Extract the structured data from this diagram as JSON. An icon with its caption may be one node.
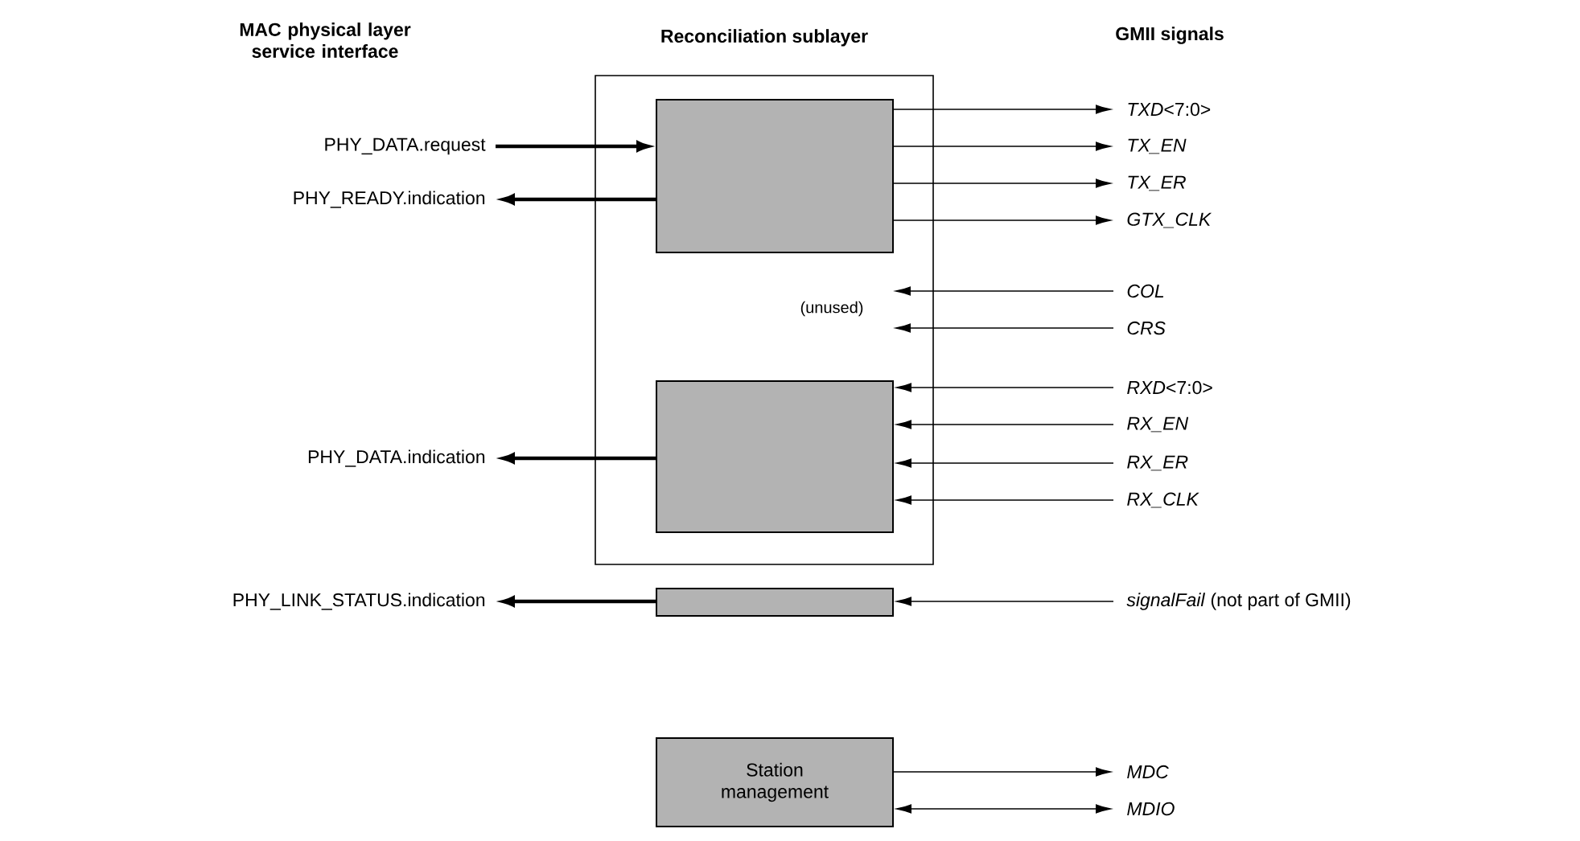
{
  "diagram": {
    "nodes": [
      {
        "text": [
          "Reconciliation sublayer"
        ]
      },
      {
        "text": [],
        "shape": "box",
        "in": 0
      },
      {
        "text": [],
        "shape": "box",
        "in": 0
      },
      {
        "text": [],
        "shape": "box"
      },
      {
        "text": [
          "Station management"
        ]
      },
      {
        "text": [
          "PHY_DATA.request"
        ]
      },
      {
        "text": [
          "PHY_READY.indication"
        ]
      },
      {
        "text": [
          "PHY_DATA.indication"
        ]
      },
      {
        "text": [
          "PHY_LINK_STATUS.indication"
        ]
      },
      {
        "text": [
          "*TXD*<7:0>"
        ]
      },
      {
        "text": [
          "TX_EN"
        ]
      },
      {
        "text": [
          "TX_ER"
        ]
      },
      {
        "text": [
          "GTX_CLK"
        ]
      },
      {
        "text": [
          "COL"
        ]
      },
      {
        "text": [
          "CRS"
        ]
      },
      {
        "text": [
          "*RXD*<7:0>"
        ]
      },
      {
        "text": [
          "RX_EN"
        ]
      },
      {
        "text": [
          "RX_ER"
        ]
      },
      {
        "text": [
          "RX_CLK"
        ]
      },
      {
        "text": [
          "*signalFail* (not part of GMII)"
        ]
      },
      {
        "text": [
          "MDC"
        ]
      },
      {
        "text": [
          "MDIO"
        ]
      }
    ],
    "edges": [
      {
        "from": 5,
        "to": 1,
        "arrow": "to",
        "style": "thick"
      },
      {
        "from": 1,
        "to": 6,
        "arrow": "to",
        "style": "thick"
      },
      {
        "from": 1,
        "to": 9,
        "arrow": "to"
      },
      {
        "from": 1,
        "to": 10,
        "arrow": "to"
      },
      {
        "from": 1,
        "to": 11,
        "arrow": "to"
      },
      {
        "from": 1,
        "to": 12,
        "arrow": "to"
      },
      {
        "from": 13,
        "to": null,
        "arrow": "to"
      },
      {
        "from": 14,
        "to": null,
        "arrow": "to"
      },
      {
        "from": 15,
        "to": 2,
        "arrow": "to"
      },
      {
        "from": 16,
        "to": 2,
        "arrow": "to"
      },
      {
        "from": 17,
        "to": 2,
        "arrow": "to"
      },
      {
        "from": 18,
        "to": 2,
        "arrow": "to"
      },
      {
        "from": 2,
        "to": 7,
        "arrow": "to",
        "style": "thick"
      },
      {
        "from": 19,
        "to": 3,
        "arrow": "to"
      },
      {
        "from": 3,
        "to": 8,
        "arrow": "to",
        "style": "thick"
      },
      {
        "from": 4,
        "to": 20,
        "arrow": "to"
      },
      {
        "from": 4,
        "to": 21,
        "arrow": "both"
      }
    ],
    "labels": [
      "MAC physical layer service interface",
      "GMII signals",
      "(unused)"
    ]
  }
}
